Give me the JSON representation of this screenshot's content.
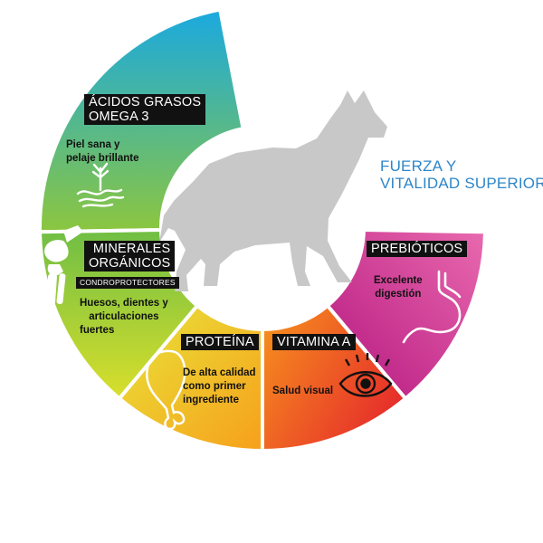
{
  "tagline": {
    "lines": [
      "FUERZA Y",
      "VITALIDAD SUPERIOR"
    ]
  },
  "segments": [
    {
      "id": "omega",
      "title_lines": [
        "ÁCIDOS GRASOS",
        "OMEGA 3"
      ],
      "desc_lines": [
        "Piel sana y",
        "pelaje brillante"
      ],
      "icon": "skin-hair-icon",
      "colors": [
        "#1aa9e0",
        "#8cc63f"
      ]
    },
    {
      "id": "minerales",
      "title_lines": [
        "MINERALES",
        "ORGÁNICOS"
      ],
      "subtitle": "CONDROPROTECTORES",
      "desc_lines": [
        "Huesos, dientes y",
        "articulaciones",
        "fuertes"
      ],
      "icon": "knee-joint-icon",
      "colors": [
        "#7dc242",
        "#d8df2a"
      ]
    },
    {
      "id": "proteina",
      "title_lines": [
        "PROTEÍNA"
      ],
      "desc_lines": [
        "De alta calidad",
        "como primer",
        "ingrediente"
      ],
      "icon": "chicken-leg-icon",
      "colors": [
        "#e4e23a",
        "#f7a21b"
      ]
    },
    {
      "id": "vitamina",
      "title_lines": [
        "VITAMINA A"
      ],
      "desc_lines": [
        "Salud visual"
      ],
      "icon": "eye-icon",
      "colors": [
        "#f7941d",
        "#e8332a"
      ]
    },
    {
      "id": "prebioticos",
      "title_lines": [
        "PREBIÓTICOS"
      ],
      "desc_lines": [
        "Excelente",
        "digestión"
      ],
      "icon": "stomach-icon",
      "colors": [
        "#cc2e8f",
        "#e65fa8"
      ]
    }
  ]
}
